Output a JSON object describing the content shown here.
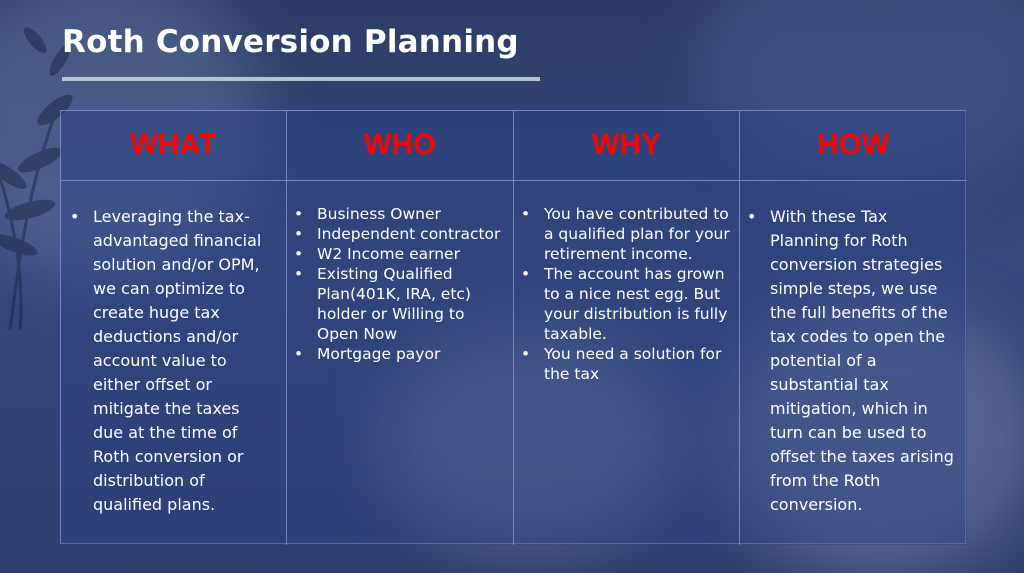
{
  "slide": {
    "title": "Roth Conversion Planning"
  },
  "table": {
    "columns": [
      {
        "heading": "WHAT",
        "items": [
          "Leveraging the tax-advantaged financial solution and/or OPM, we can optimize to create huge tax deductions and/or account value to either offset or mitigate the taxes due at the time of Roth conversion or distribution of qualified plans."
        ]
      },
      {
        "heading": "WHO",
        "items": [
          "Business Owner",
          "Independent contractor",
          "W2 Income earner",
          "Existing Qualified Plan(401K, IRA, etc) holder or Willing to Open Now",
          "Mortgage payor"
        ]
      },
      {
        "heading": "WHY",
        "items": [
          "You have contributed to a qualified plan for your retirement income.",
          "The account has grown to a nice nest egg. But your distribution is fully taxable.",
          "You need a solution for the tax"
        ]
      },
      {
        "heading": "HOW",
        "items": [
          "With these Tax Planning for Roth conversion strategies simple steps, we use the full benefits of the tax codes to open the potential of a substantial tax mitigation, which in turn can be used to offset the taxes arising from the Roth conversion."
        ]
      }
    ]
  },
  "colors": {
    "heading": "#ff0000",
    "text": "#ffffff",
    "background": "#2f4270",
    "grid_line": "#7a8cc8"
  },
  "icons": [
    "plant-icon"
  ]
}
